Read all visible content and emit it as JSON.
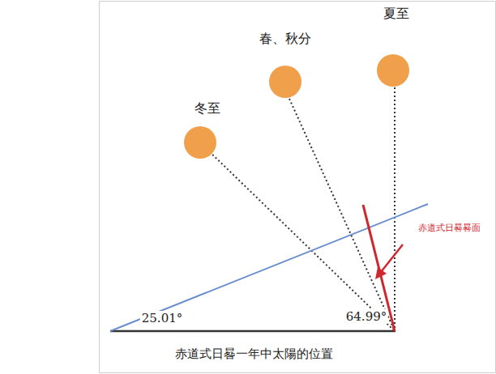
{
  "diagram": {
    "caption": "赤道式日晷一年中太陽的位置",
    "labels": [
      "冬至",
      "春、秋分",
      "夏至",
      "赤道式日晷晷面",
      "25.01°",
      "64.99°"
    ]
  }
}
